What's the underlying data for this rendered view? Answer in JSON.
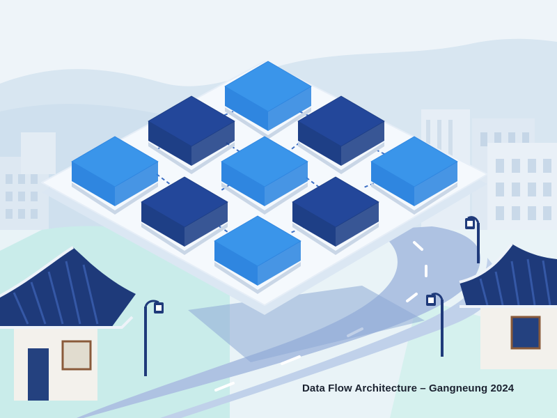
{
  "caption": "Data Flow Architecture – Gangneung 2024",
  "colors": {
    "sky": "#eef4f9",
    "hills": "#cfe0ee",
    "buildings": "#dbe6f0",
    "platform": "#f4f8fc",
    "block_light": "#2f86e0",
    "block_light_top": "#3a95ea",
    "block_dark": "#1e3f86",
    "block_dark_top": "#23479a",
    "road": "#a9bedf",
    "roof": "#1e3a7a",
    "lamp": "#1f3a7a",
    "grass": "#bfe9e6"
  },
  "grid_blocks": [
    {
      "id": "block-1",
      "tone": "light"
    },
    {
      "id": "block-2",
      "tone": "dark"
    },
    {
      "id": "block-3",
      "tone": "dark"
    },
    {
      "id": "block-4",
      "tone": "light"
    },
    {
      "id": "block-5",
      "tone": "light"
    },
    {
      "id": "block-6",
      "tone": "light"
    },
    {
      "id": "block-7",
      "tone": "dark"
    },
    {
      "id": "block-8",
      "tone": "dark"
    },
    {
      "id": "block-9",
      "tone": "light"
    }
  ],
  "icons": [
    "street-lamp-icon",
    "hanok-roof-icon",
    "building-icon"
  ]
}
